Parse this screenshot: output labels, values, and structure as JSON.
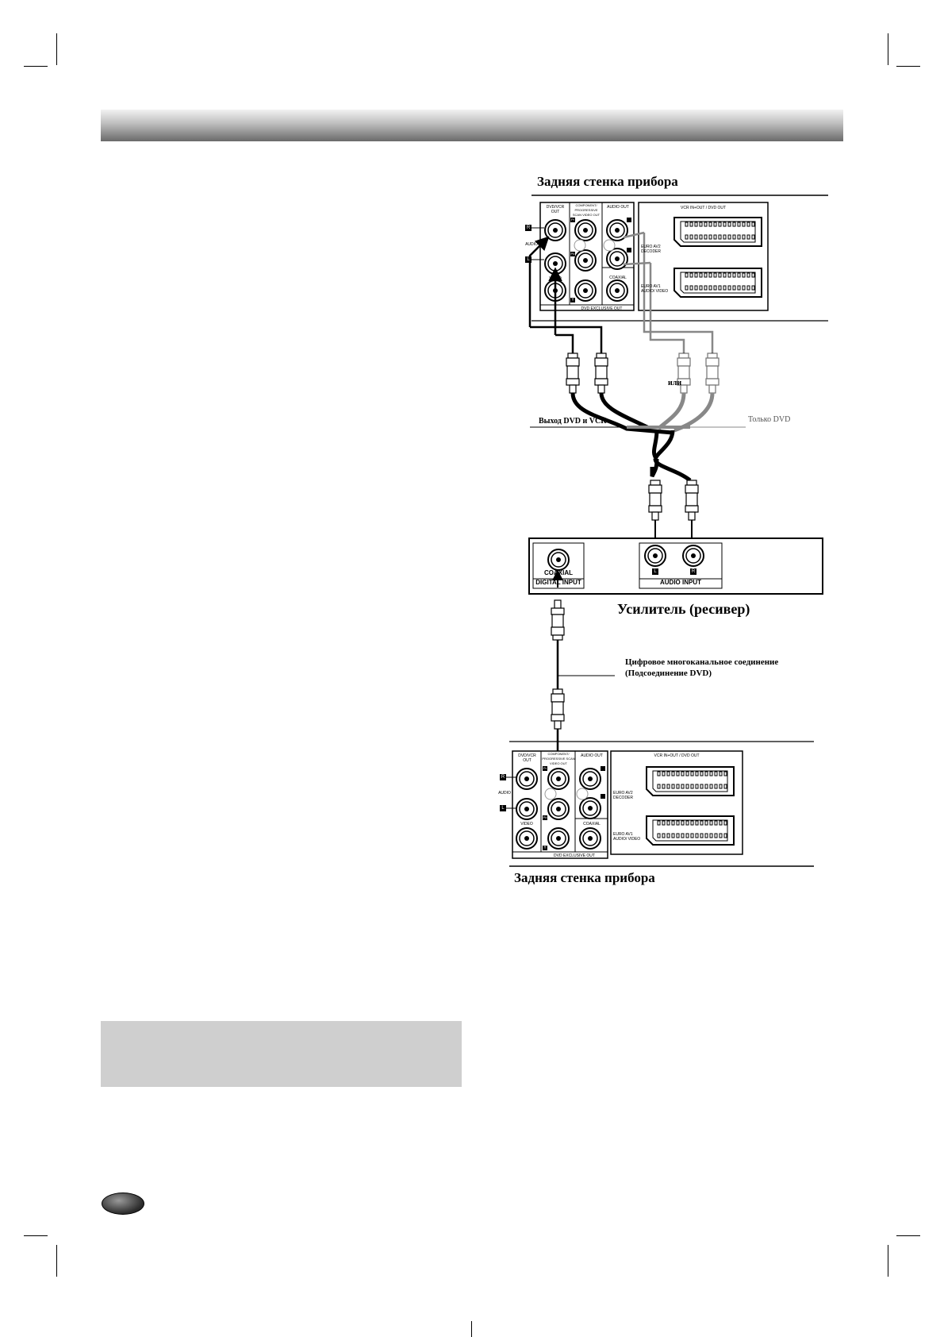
{
  "diagram": {
    "top_caption": "Задняя стенка прибора",
    "bottom_caption": "Задняя стенка прибора",
    "amplifier_caption": "Усилитель (ресивер)",
    "or_label": "или",
    "dvd_vcr_out_label": "Выход DVD и VCR",
    "dvd_only_label": "Только DVD",
    "digital_conn_line1": "Цифровое многоканальное соединение",
    "digital_conn_line2": "(Подсоединение DVD)",
    "panel": {
      "dvd_vcr_out": "DVD/VCR OUT",
      "component": "COMPONENT/ PROGRESSIVE SCAN VIDEO OUT",
      "audio_out": "AUDIO OUT",
      "vcr_in_out": "VCR IN+OUT / DVD OUT",
      "euro_av2": "EURO AV2 DECODER",
      "euro_av1": "EURO AV1 AUDIO/ VIDEO",
      "coaxial": "COAXIAL",
      "dvd_exclusive": "DVD EXCLUSIVE OUT",
      "audio": "AUDIO",
      "video": "VIDEO",
      "r": "R",
      "l": "L",
      "pr": "Pr",
      "pb": "Pb",
      "y": "Y"
    },
    "amp": {
      "coaxial": "COAXIAL",
      "digital_input": "DIGITAL INPUT",
      "audio_input": "AUDIO INPUT",
      "l": "L",
      "r": "R"
    }
  }
}
